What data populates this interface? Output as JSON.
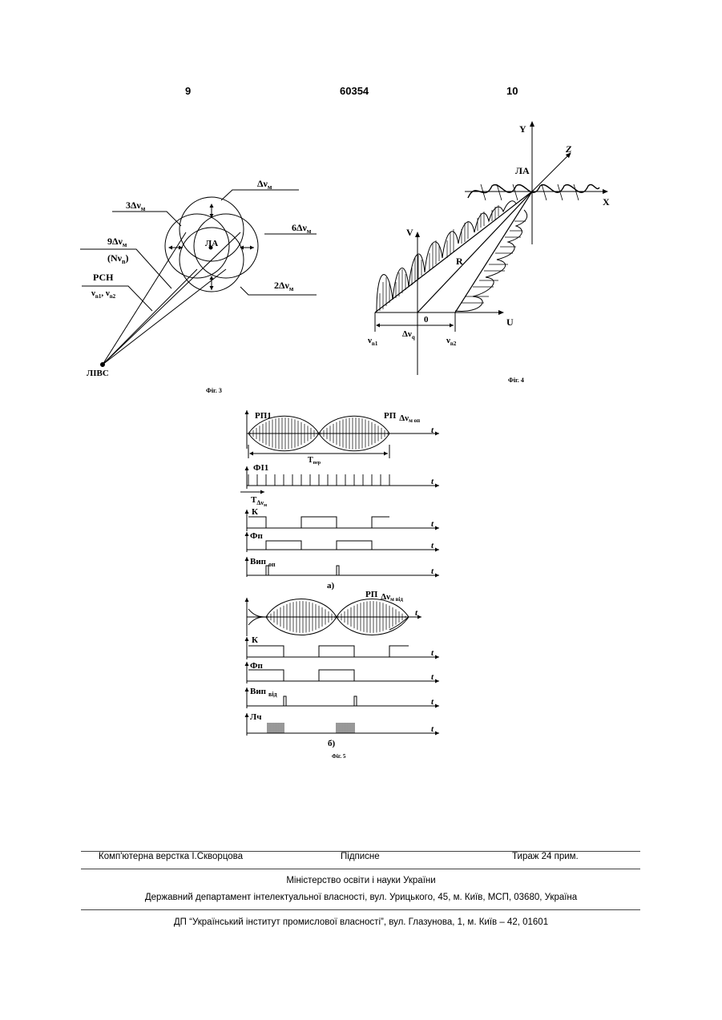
{
  "header": {
    "left_page": "9",
    "patent_number": "60354",
    "right_page": "10"
  },
  "fig3": {
    "caption": "Фіг. 3",
    "labels": {
      "dnu_m": "Δν",
      "three_dnu": "3Δν",
      "six_dnu": "6Δν",
      "nine_dnu": "9Δν",
      "n_nu": "(Nν",
      "rsn": "РСН",
      "nu_pair": "ν",
      "two_dnu": "2Δν",
      "la": "ЛА",
      "livs": "ЛІВС",
      "sub_m": "м",
      "sub_n": "n",
      "sub_n1": "n1",
      "sub_n2": "n2",
      "comma_nu": ", ν"
    }
  },
  "fig4": {
    "caption": "Фіг. 4",
    "labels": {
      "y": "Y",
      "z": "Z",
      "x": "X",
      "la": "ЛА",
      "v": "V",
      "r": "R",
      "u": "U",
      "zero": "0",
      "dnu_q": "Δν",
      "sub_q": "q",
      "nu": "ν",
      "sub_n1": "n1",
      "sub_n2": "n2"
    }
  },
  "fig5": {
    "caption": "Фіг. 5",
    "labels": {
      "rp1": "РП1",
      "rp": "РП",
      "dnu_m_op": "Δν",
      "sub_mop": "м оп",
      "t_per": "Т",
      "sub_per": "пер",
      "fi1": "ФІ1",
      "t_dnu": "Т",
      "sub_dnu": "Δν",
      "sub_m": "м",
      "k": "К",
      "fp": "Фп",
      "vip": "Вип",
      "sub_op": "оп",
      "a": "а)",
      "rp_vid": "РП",
      "dnu_m_vid": "Δν",
      "sub_mvid": "м від",
      "sub_vid": "від",
      "lch": "Лч",
      "b": "б)",
      "t": "t"
    }
  },
  "footer": {
    "layout": "Комп'ютерна верстка І.Скворцова",
    "signed": "Підписне",
    "circulation": "Тираж 24 прим.",
    "ministry": "Міністерство освіти і науки України",
    "department": "Державний департамент інтелектуальної власності, вул. Урицького, 45, м. Київ, МСП, 03680, Україна",
    "institute": "ДП “Український інститут промислової власності”, вул. Глазунова, 1, м. Київ – 42, 01601"
  }
}
